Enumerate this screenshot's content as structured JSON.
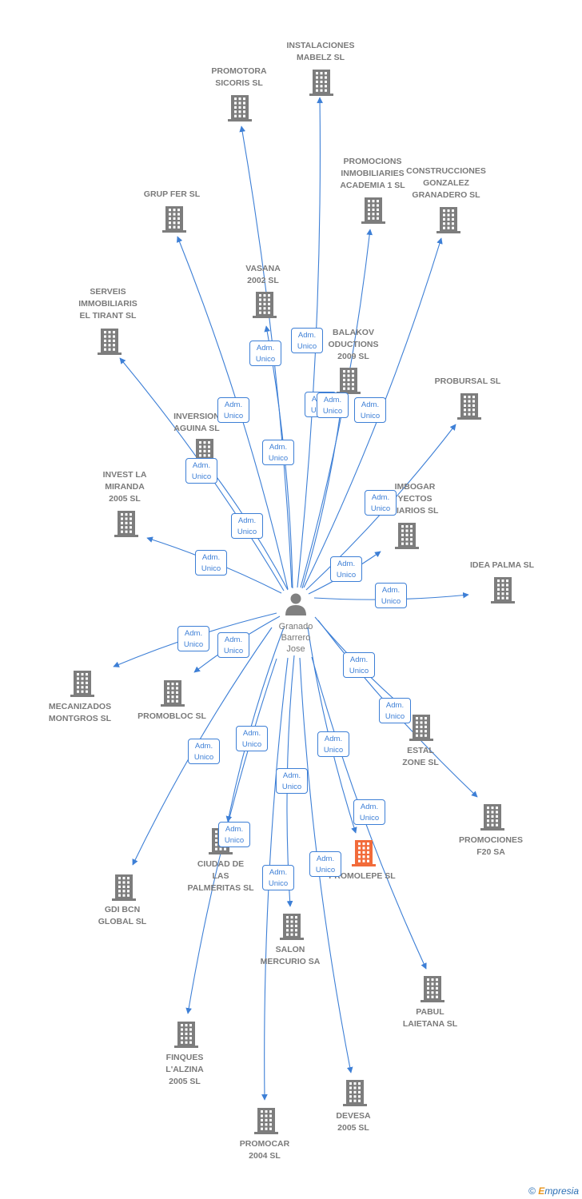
{
  "center": {
    "label": "Granado\nBarrero\nJose",
    "icon": "person-icon"
  },
  "colors": {
    "edge": "#3d7fd6",
    "company": "#7d7d7d",
    "highlight": "#f26b3a",
    "person": "#808080"
  },
  "role_label": "Adm.\nUnico",
  "companies": [
    {
      "id": "instalaciones-mabelz",
      "label": "INSTALACIONES\nMABELZ SL",
      "highlight": false
    },
    {
      "id": "promotora-sicoris",
      "label": "PROMOTORA\nSICORIS SL",
      "highlight": false
    },
    {
      "id": "promocions-academia",
      "label": "PROMOCIONS\nINMOBILIARIES\nACADEMIA 1 SL",
      "highlight": false
    },
    {
      "id": "construcciones-gonzalez",
      "label": "CONSTRUCCIONES\nGONZALEZ\nGRANADERO SL",
      "highlight": false
    },
    {
      "id": "grup-fer",
      "label": "GRUP FER SL",
      "highlight": false
    },
    {
      "id": "vasana-2002",
      "label": "VASANA\n2002 SL",
      "highlight": false
    },
    {
      "id": "serveis-tirant",
      "label": "SERVEIS\nIMMOBILIARIS\nEL TIRANT SL",
      "highlight": false
    },
    {
      "id": "balakov",
      "label": "BALAKOV\nODUCTIONS\n2009 SL",
      "highlight": false
    },
    {
      "id": "probursal",
      "label": "PROBURSAL SL",
      "highlight": false
    },
    {
      "id": "inversiones-aguina",
      "label": "INVERSION\nAGUINA SL",
      "highlight": false
    },
    {
      "id": "invest-miranda",
      "label": "INVEST LA\nMIRANDA\n2005 SL",
      "highlight": false
    },
    {
      "id": "imbogar",
      "label": "IMBOGAR\nYECTOS\nLIARIOS SL",
      "highlight": false
    },
    {
      "id": "idea-palma",
      "label": "IDEA PALMA SL",
      "highlight": false
    },
    {
      "id": "mecanizados",
      "label": "MECANIZADOS\nMONTGROS SL",
      "highlight": false
    },
    {
      "id": "promobloc",
      "label": "PROMOBLOC SL",
      "highlight": false
    },
    {
      "id": "estal-zone",
      "label": "ESTAL\nZONE SL",
      "highlight": false
    },
    {
      "id": "promociones-f20",
      "label": "PROMOCIONES\nF20 SA",
      "highlight": false
    },
    {
      "id": "ciudad-palmeritas",
      "label": "CIUDAD DE\nLAS\nPALMERITAS SL",
      "highlight": false
    },
    {
      "id": "promolepe",
      "label": "PROMOLEPE SL",
      "highlight": true
    },
    {
      "id": "gdi-bcn",
      "label": "GDI BCN\nGLOBAL SL",
      "highlight": false
    },
    {
      "id": "salon-mercurio",
      "label": "SALON\nMERCURIO SA",
      "highlight": false
    },
    {
      "id": "pabul-laietana",
      "label": "PABUL\nLAIETANA SL",
      "highlight": false
    },
    {
      "id": "finques-alzina",
      "label": "FINQUES\nL'ALZINA\n2005 SL",
      "highlight": false
    },
    {
      "id": "devesa-2005",
      "label": "DEVESA\n2005 SL",
      "highlight": false
    },
    {
      "id": "promocar-2004",
      "label": "PROMOCAR\n2004 SL",
      "highlight": false
    }
  ],
  "footer": {
    "copyright": "©",
    "brand_initial": "E",
    "brand_rest": "mpresia"
  }
}
